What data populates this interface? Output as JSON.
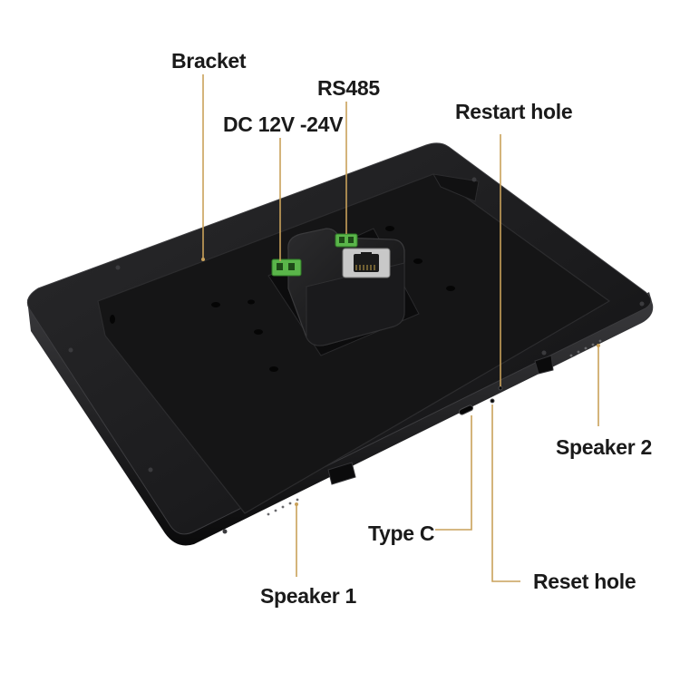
{
  "labels": {
    "bracket": "Bracket",
    "rs485": "RS485",
    "dc_power": "DC 12V -24V",
    "restart_hole": "Restart hole",
    "speaker_2": "Speaker 2",
    "type_c": "Type C",
    "reset_hole": "Reset hole",
    "speaker_1": "Speaker 1"
  },
  "colors": {
    "leader_line": "#c9a15a",
    "device_body": "#1c1c1e",
    "bracket_plate": "#141415",
    "terminal_green": "#5ab54a",
    "label_text": "#1a1a1a"
  }
}
